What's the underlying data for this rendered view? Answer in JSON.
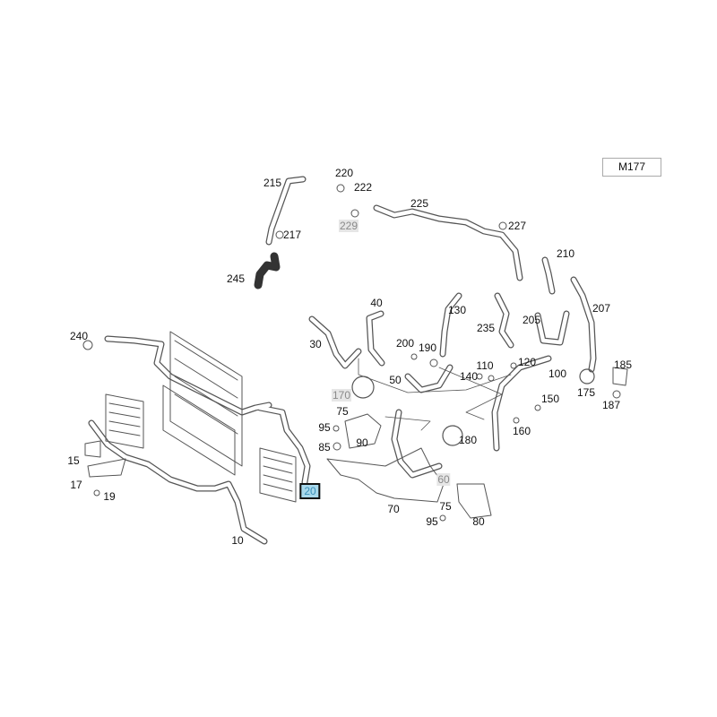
{
  "model_code": "M177",
  "callouts": [
    {
      "text": "215"
    },
    {
      "text": "220"
    },
    {
      "text": "222"
    },
    {
      "text": "225"
    },
    {
      "text": "229",
      "style": "gray"
    },
    {
      "text": "227"
    },
    {
      "text": "217"
    },
    {
      "text": "210"
    },
    {
      "text": "245"
    },
    {
      "text": "207"
    },
    {
      "text": "40"
    },
    {
      "text": "130"
    },
    {
      "text": "205"
    },
    {
      "text": "235"
    },
    {
      "text": "240"
    },
    {
      "text": "30"
    },
    {
      "text": "200"
    },
    {
      "text": "190"
    },
    {
      "text": "110"
    },
    {
      "text": "120"
    },
    {
      "text": "140"
    },
    {
      "text": "100"
    },
    {
      "text": "185"
    },
    {
      "text": "50"
    },
    {
      "text": "170",
      "style": "gray"
    },
    {
      "text": "175"
    },
    {
      "text": "150"
    },
    {
      "text": "187"
    },
    {
      "text": "75"
    },
    {
      "text": "95"
    },
    {
      "text": "160"
    },
    {
      "text": "180"
    },
    {
      "text": "90"
    },
    {
      "text": "85"
    },
    {
      "text": "15"
    },
    {
      "text": "60",
      "style": "gray"
    },
    {
      "text": "17"
    },
    {
      "text": "20",
      "style": "highlight"
    },
    {
      "text": "19"
    },
    {
      "text": "75"
    },
    {
      "text": "70"
    },
    {
      "text": "95"
    },
    {
      "text": "80"
    },
    {
      "text": "10"
    }
  ],
  "colors": {
    "highlight_fill": "#a8d8ec",
    "highlight_text": "#3a8fb8",
    "gray_label": "#8a8a8a",
    "line": "#555555"
  }
}
